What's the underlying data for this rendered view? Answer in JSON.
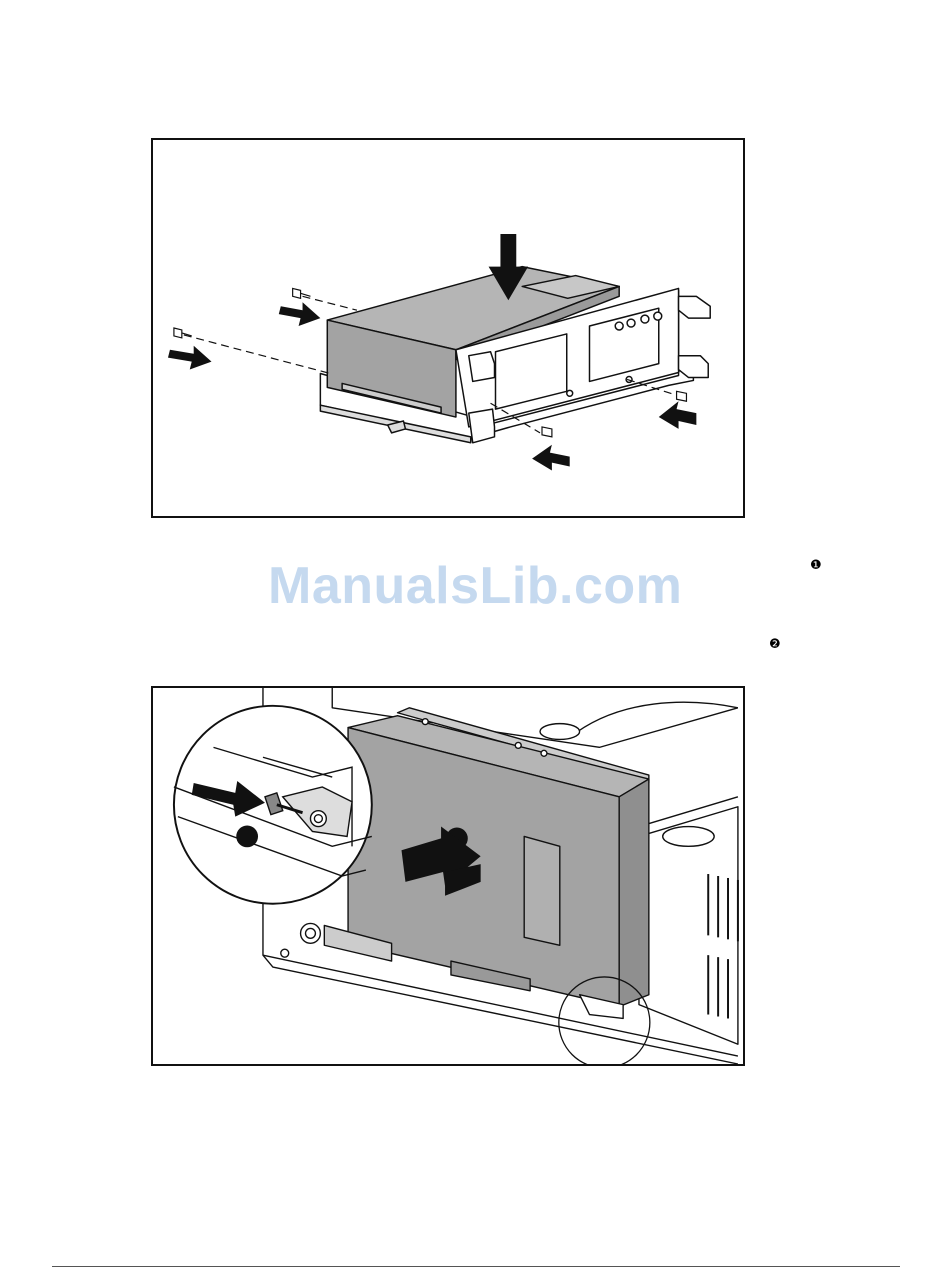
{
  "watermark": {
    "text": "ManualsLib.com",
    "color": "#c5d9ef"
  },
  "callouts": {
    "first": "❶",
    "second": "❷"
  },
  "colors": {
    "drive_body": "#a3a3a3",
    "drive_top": "#b5b5b5",
    "line": "#111111",
    "outline_background": "#ffffff"
  },
  "figures": {
    "bracket_mount": {
      "icon": "drive-bracket-screws-illustration"
    },
    "drive_slide": {
      "icon": "drive-slide-into-bay-illustration"
    }
  }
}
